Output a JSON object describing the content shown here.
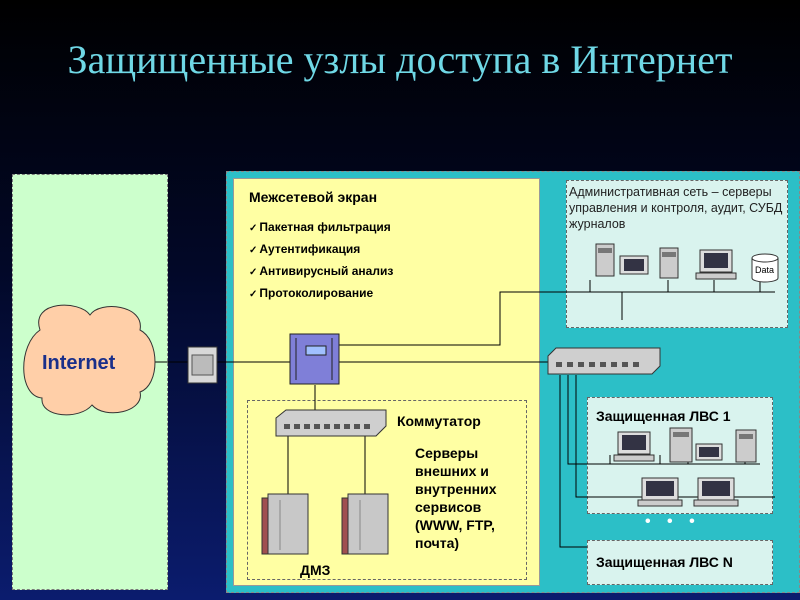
{
  "title": "Защищенные  узлы доступа в Интернет",
  "internet": {
    "label": "Internet"
  },
  "firewall": {
    "heading": "Межсетевой экран",
    "features": [
      "Пакетная фильтрация",
      "Аутентификация",
      "Антивирусный анализ",
      "Протоколирование"
    ]
  },
  "dmz": {
    "switch_label": "Коммутатор",
    "servers_label": "Серверы внешних и внутренних сервисов (WWW, FTP, почта)",
    "zone_label": "ДМЗ"
  },
  "admin_network": {
    "text": "Административная сеть – серверы управления и контроля, аудит, СУБД журналов",
    "db_label": "Data"
  },
  "lan1": {
    "label": "Защищенная ЛВС 1"
  },
  "lann": {
    "label": "Защищенная ЛВС N"
  },
  "ellipsis": "• • •"
}
